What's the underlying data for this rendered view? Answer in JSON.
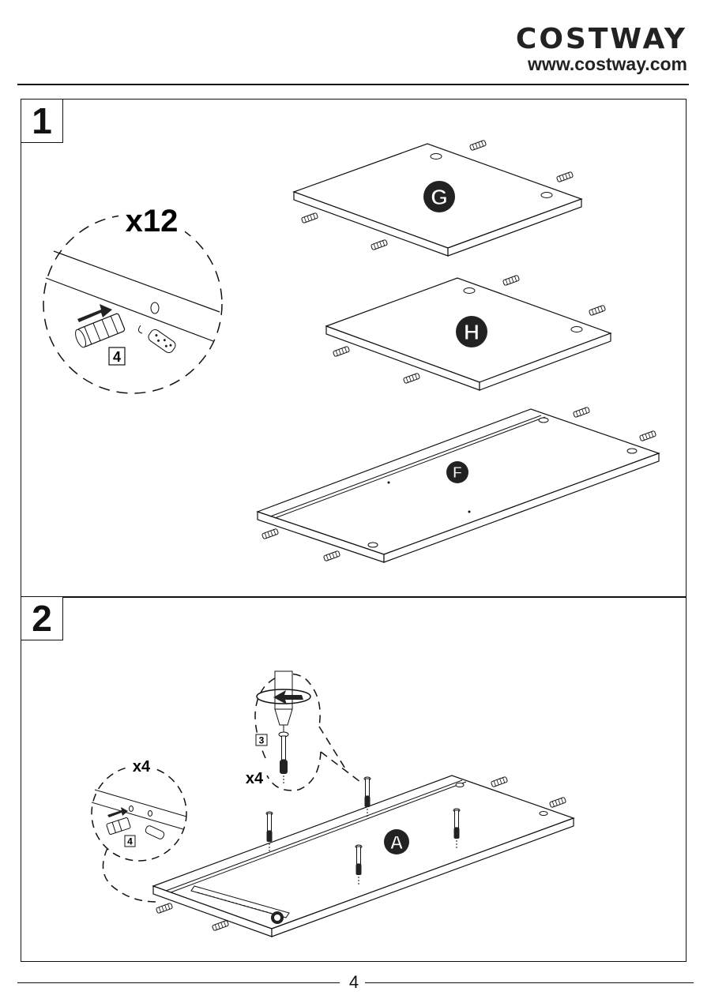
{
  "header": {
    "brand": "COSTWAY",
    "url": "www.costway.com"
  },
  "step1": {
    "number": "1",
    "callout": {
      "quantity": "x12",
      "part": "4"
    },
    "panels": [
      "G",
      "H",
      "F"
    ]
  },
  "step2": {
    "number": "2",
    "callout_dowel": {
      "quantity": "x4",
      "part": "4"
    },
    "callout_screw": {
      "quantity": "x4",
      "part": "3"
    },
    "panel": "A"
  },
  "footer": {
    "page": "4"
  }
}
